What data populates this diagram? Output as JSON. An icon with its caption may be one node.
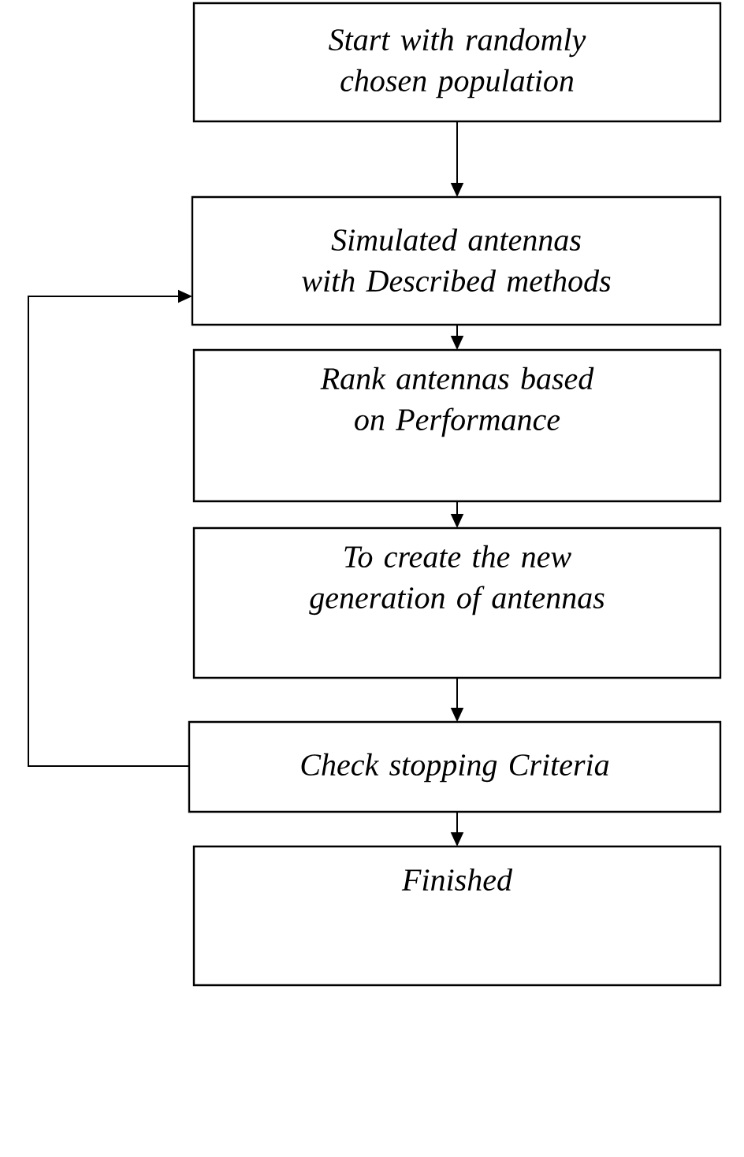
{
  "diagram": {
    "nodes": [
      {
        "text": [
          "Start with randomly chosen population"
        ]
      },
      {
        "text": [
          "Simulated antennas with Described methods"
        ]
      },
      {
        "text": [
          "Rank antennas based on Performance"
        ]
      },
      {
        "text": [
          "To create the new generation of antennas"
        ]
      },
      {
        "text": [
          "Check stopping Criteria"
        ]
      },
      {
        "text": [
          "Finished"
        ]
      }
    ],
    "edges": [
      {
        "from": 0,
        "to": 1,
        "arrow": "to"
      },
      {
        "from": 1,
        "to": 2,
        "arrow": "to"
      },
      {
        "from": 2,
        "to": 3,
        "arrow": "to"
      },
      {
        "from": 3,
        "to": 4,
        "arrow": "to"
      },
      {
        "from": 4,
        "to": 5,
        "arrow": "to"
      },
      {
        "from": 4,
        "to": 1,
        "arrow": "to"
      }
    ]
  }
}
